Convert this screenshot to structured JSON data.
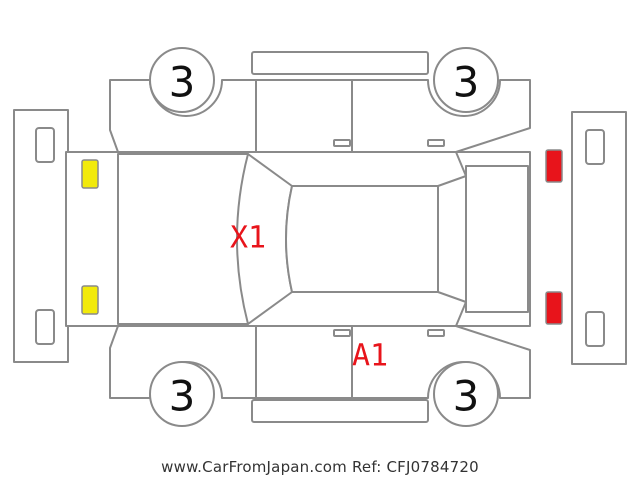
{
  "tires": {
    "front_left": "3",
    "front_right": "3",
    "rear_left": "3",
    "rear_right": "3"
  },
  "damage_codes": {
    "roof": "X1",
    "lower_left_side": "A1"
  },
  "light_colors": {
    "front_lights": "#f2ea0a",
    "rear_lights": "#e8141b"
  },
  "footer": {
    "site": "www.CarFromJapan.com",
    "ref": "Ref: CFJ0784720"
  }
}
